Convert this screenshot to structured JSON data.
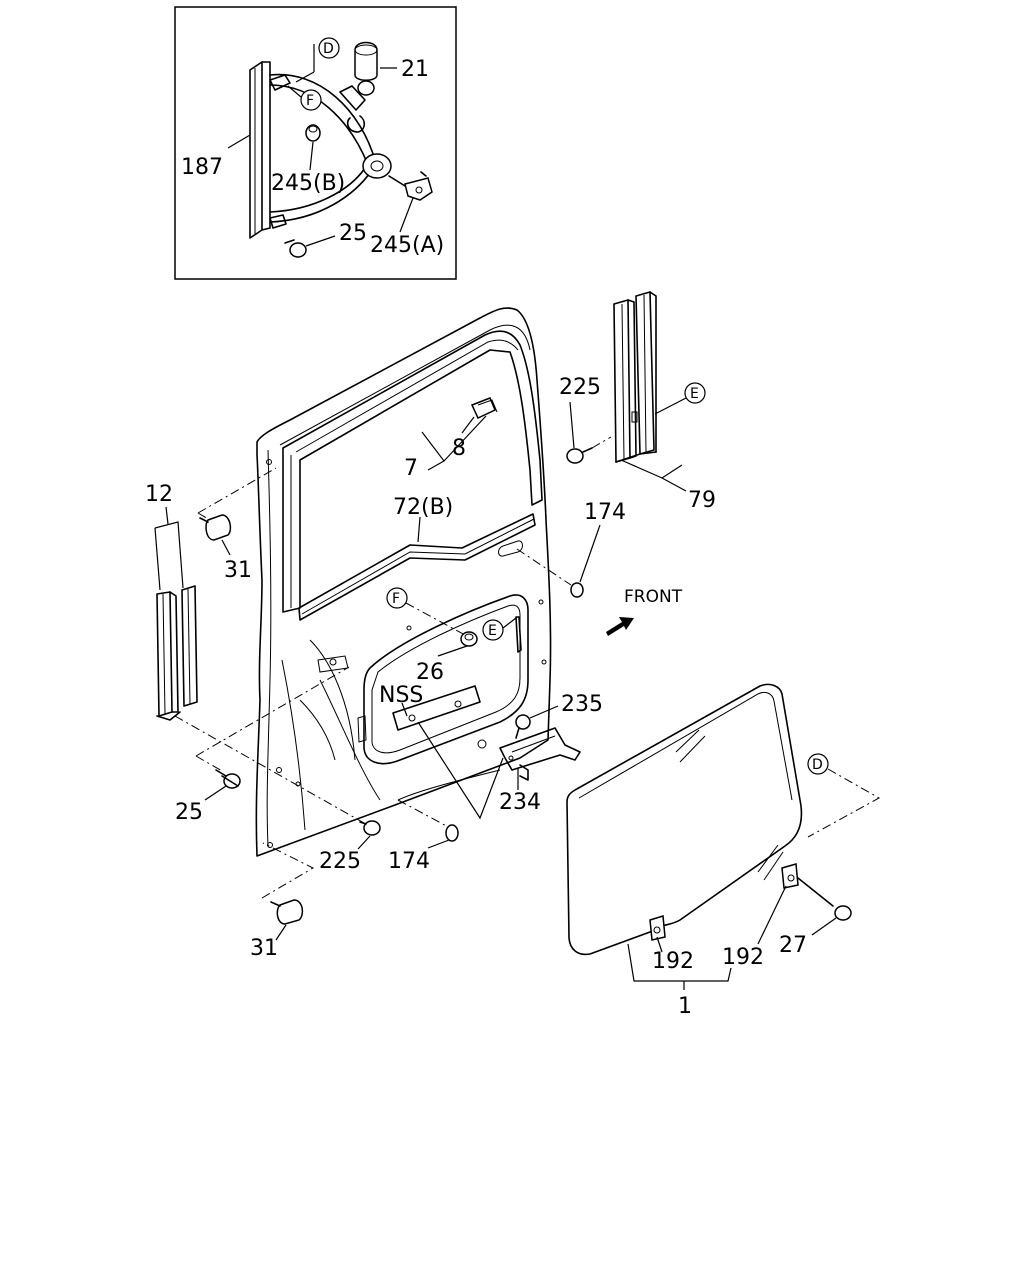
{
  "labels": {
    "p21": "21",
    "p187": "187",
    "p245b": "245(B)",
    "p25_top": "25",
    "p245a": "245(A)",
    "p225_top": "225",
    "p79": "79",
    "p12": "12",
    "p7": "7",
    "p8": "8",
    "p72b": "72(B)",
    "p174_top": "174",
    "p31_top": "31",
    "p26": "26",
    "nss": "NSS",
    "p235": "235",
    "p234": "234",
    "p25_bottom": "25",
    "p225_bottom": "225",
    "p174_bottom": "174",
    "p31_bottom": "31",
    "p192_left": "192",
    "p192_right": "192",
    "p27": "27",
    "p1": "1",
    "front": "FRONT"
  },
  "refs": {
    "d_top": "D",
    "f_top": "F",
    "e_right": "E",
    "f_mid": "F",
    "e_mid": "E",
    "d_glass": "D"
  }
}
